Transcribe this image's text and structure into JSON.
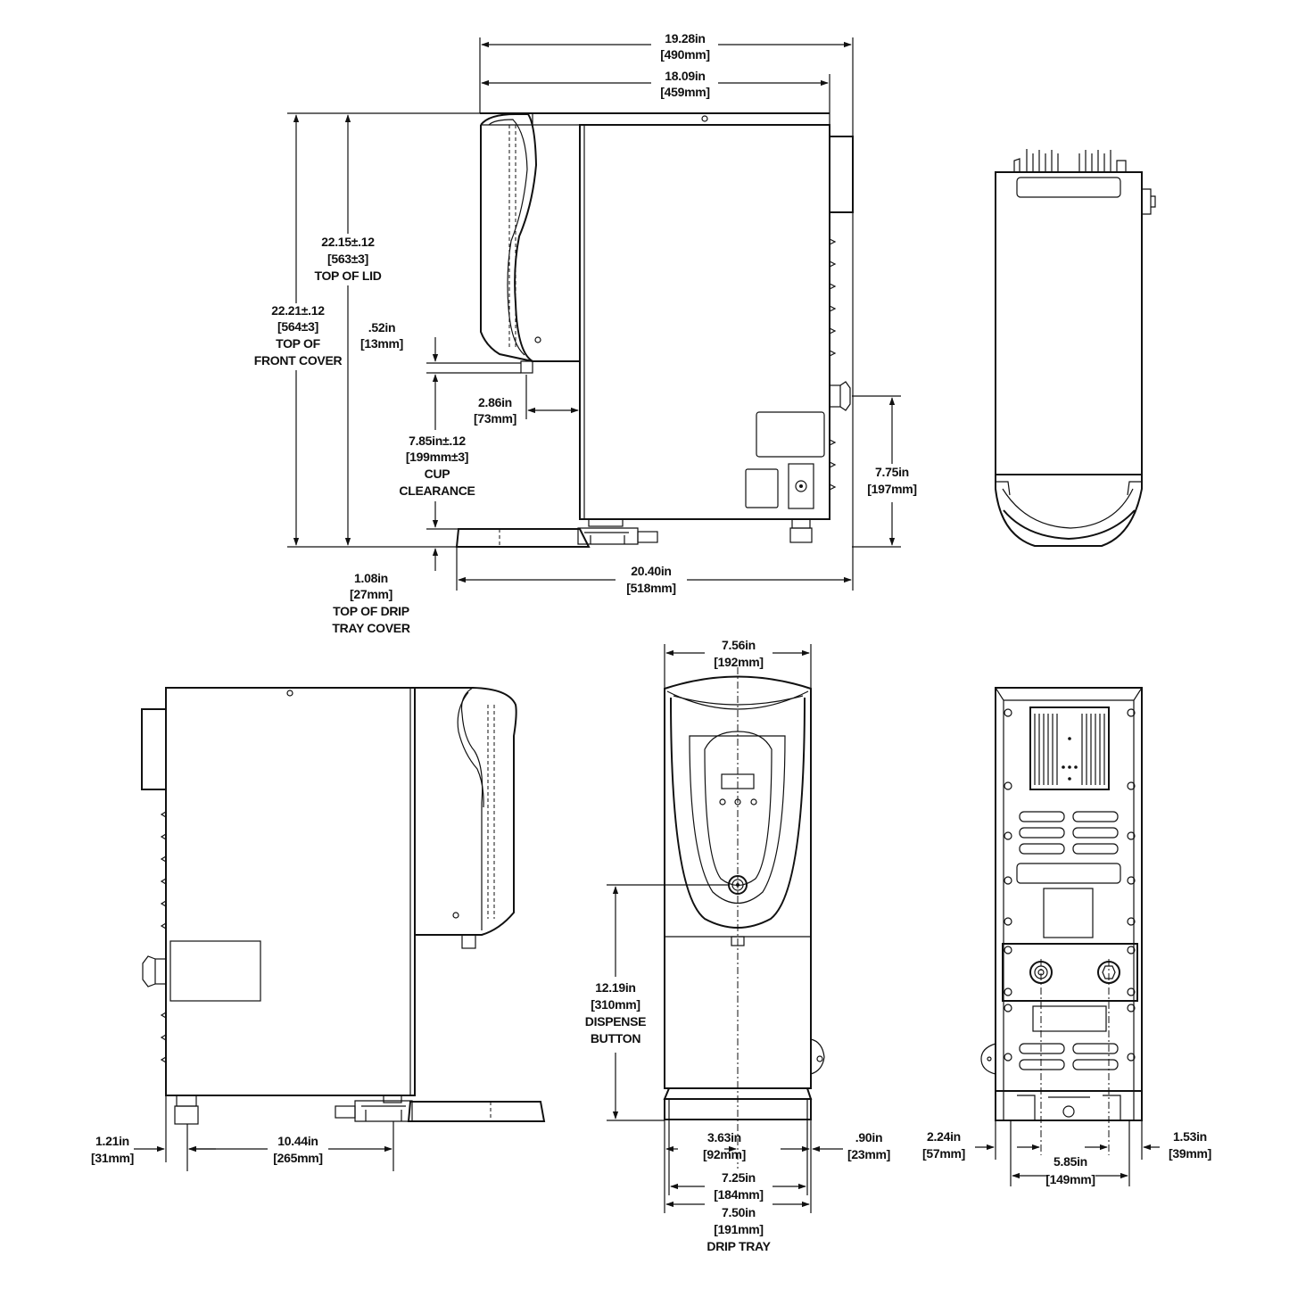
{
  "dimensions": {
    "overall_width": {
      "in": "19.28in",
      "mm": "[490mm]"
    },
    "body_width": {
      "in": "18.09in",
      "mm": "[459mm]"
    },
    "top_of_lid": {
      "in": "22.15±.12",
      "mm": "[563±3]",
      "label": "TOP OF LID"
    },
    "top_of_front_cover": {
      "in": "22.21±.12",
      "mm": "[564±3]",
      "label_1": "TOP OF",
      "label_2": "FRONT COVER"
    },
    "spout_offset": {
      "in": ".52in",
      "mm": "[13mm]"
    },
    "spout_depth": {
      "in": "2.86in",
      "mm": "[73mm]"
    },
    "cup_clearance": {
      "in": "7.85in±.12",
      "mm": "[199mm±3]",
      "label_1": "CUP",
      "label_2": "CLEARANCE"
    },
    "rear_height": {
      "in": "7.75in",
      "mm": "[197mm]"
    },
    "drip_tray_cover": {
      "in": "1.08in",
      "mm": "[27mm]",
      "label_1": "TOP OF DRIP",
      "label_2": "TRAY COVER"
    },
    "overall_depth": {
      "in": "20.40in",
      "mm": "[518mm]"
    },
    "front_width": {
      "in": "7.56in",
      "mm": "[192mm]"
    },
    "dispense_button": {
      "in": "12.19in",
      "mm": "[310mm]",
      "label_1": "DISPENSE",
      "label_2": "BUTTON"
    },
    "rear_overhang": {
      "in": "1.21in",
      "mm": "[31mm]"
    },
    "foot_spacing": {
      "in": "10.44in",
      "mm": "[265mm]"
    },
    "foot_offset_front": {
      "in": "3.63in",
      "mm": "[92mm]"
    },
    "side_offset": {
      "in": ".90in",
      "mm": "[23mm]"
    },
    "base_width": {
      "in": "7.25in",
      "mm": "[184mm]"
    },
    "drip_tray_width": {
      "in": "7.50in",
      "mm": "[191mm]",
      "label": "DRIP TRAY"
    },
    "left_inlet_offset": {
      "in": "2.24in",
      "mm": "[57mm]"
    },
    "right_inlet_offset": {
      "in": "1.53in",
      "mm": "[39mm]"
    },
    "inlet_spacing": {
      "in": "5.85in",
      "mm": "[149mm]"
    }
  }
}
